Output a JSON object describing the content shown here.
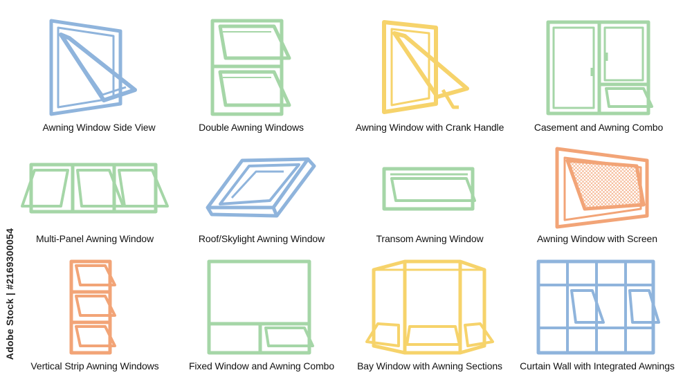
{
  "colors": {
    "blue": "#8fb4dc",
    "green": "#a5d6a7",
    "yellow": "#f6d36b",
    "orange": "#f2a477"
  },
  "items": [
    {
      "label": "Awning Window Side View",
      "color": "blue",
      "icon": "awning-side-view-icon"
    },
    {
      "label": "Double Awning Windows",
      "color": "green",
      "icon": "double-awning-icon"
    },
    {
      "label": "Awning Window with Crank Handle",
      "color": "yellow",
      "icon": "crank-handle-icon"
    },
    {
      "label": "Casement and Awning Combo",
      "color": "green",
      "icon": "casement-awning-icon"
    },
    {
      "label": "Multi-Panel Awning Window",
      "color": "green",
      "icon": "multi-panel-icon"
    },
    {
      "label": "Roof/Skylight Awning Window",
      "color": "blue",
      "icon": "skylight-icon"
    },
    {
      "label": "Transom Awning Window",
      "color": "green",
      "icon": "transom-icon"
    },
    {
      "label": "Awning Window with Screen",
      "color": "orange",
      "icon": "screen-window-icon"
    },
    {
      "label": "Vertical Strip Awning Windows",
      "color": "orange",
      "icon": "vertical-strip-icon"
    },
    {
      "label": "Fixed Window and Awning Combo",
      "color": "green",
      "icon": "fixed-awning-icon"
    },
    {
      "label": "Bay Window with Awning Sections",
      "color": "yellow",
      "icon": "bay-window-icon"
    },
    {
      "label": "Curtain Wall with Integrated Awnings",
      "color": "blue",
      "icon": "curtain-wall-icon"
    }
  ],
  "sidebar_text": "Adobe Stock | #2169300054"
}
